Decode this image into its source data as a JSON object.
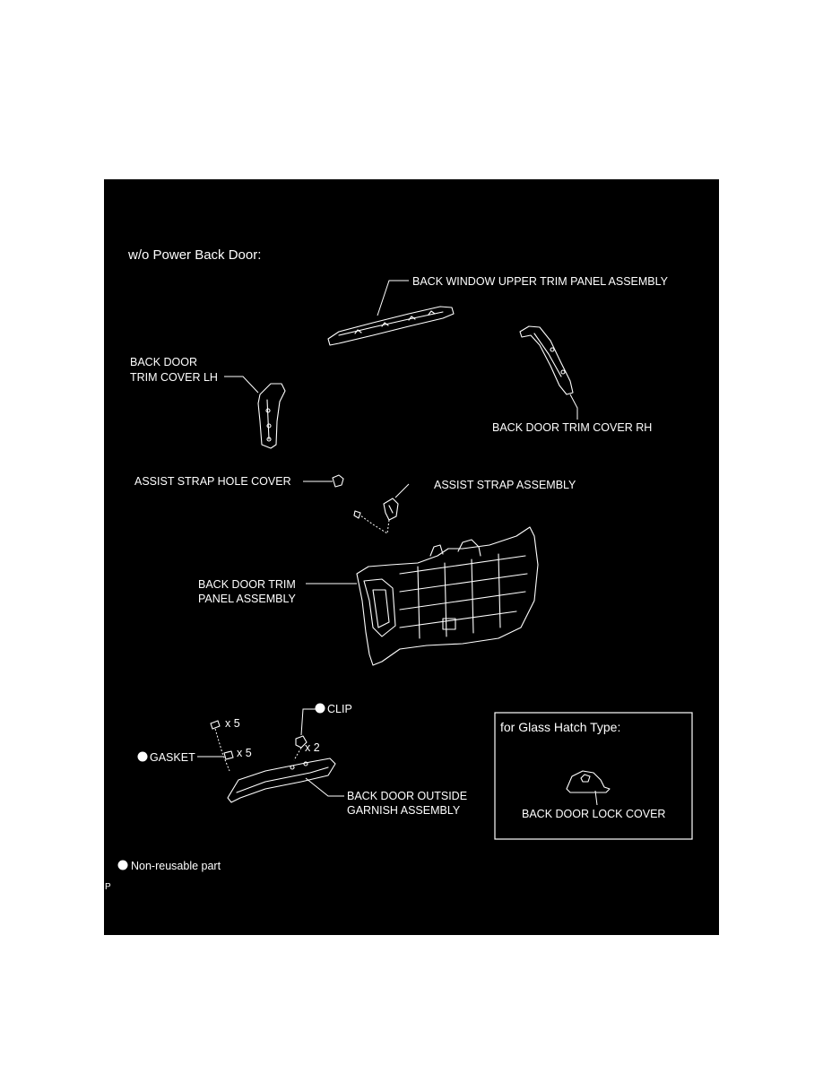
{
  "diagram": {
    "heading": "w/o Power Back Door:",
    "labels": {
      "upper_trim": "BACK WINDOW UPPER TRIM PANEL ASSEMBLY",
      "trim_lh_line1": "BACK DOOR",
      "trim_lh_line2": "TRIM COVER LH",
      "trim_rh": "BACK DOOR TRIM COVER RH",
      "hole_cover": "ASSIST STRAP HOLE COVER",
      "assist_strap": "ASSIST STRAP ASSEMBLY",
      "trim_panel_line1": "BACK DOOR TRIM",
      "trim_panel_line2": "PANEL ASSEMBLY",
      "clip": "CLIP",
      "gasket": "GASKET",
      "qty_x5_top": "x 5",
      "qty_x5_gasket": "x 5",
      "qty_x2": "x 2",
      "garnish_line1": "BACK DOOR OUTSIDE",
      "garnish_line2": "GARNISH ASSEMBLY"
    },
    "inset": {
      "title": "for Glass Hatch Type:",
      "label": "BACK DOOR LOCK COVER"
    },
    "legend": "Non-reusable part",
    "code": "P"
  }
}
